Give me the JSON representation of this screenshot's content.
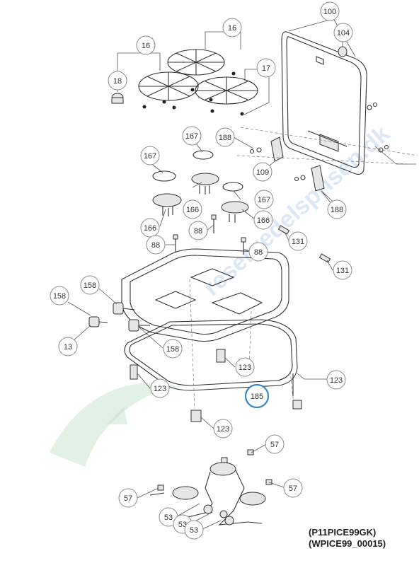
{
  "callouts": {
    "c100": "100",
    "c104": "104",
    "c16a": "16",
    "c16b": "16",
    "c17": "17",
    "c18": "18",
    "c188a": "188",
    "c188b": "188",
    "c109": "109",
    "c167a": "167",
    "c167b": "167",
    "c167c": "167",
    "c166a": "166",
    "c166b": "166",
    "c166c": "166",
    "c88a": "88",
    "c88b": "88",
    "c88c": "88",
    "c131a": "131",
    "c131b": "131",
    "c158a": "158",
    "c158b": "158",
    "c158c": "158",
    "c13": "13",
    "c123a": "123",
    "c123b": "123",
    "c123c": "123",
    "c123d": "123",
    "c185": "185",
    "c57a": "57",
    "c57b": "57",
    "c57c": "57",
    "c53a": "53",
    "c53b": "53",
    "c53c": "53"
  },
  "highlight_callout": "185",
  "diagram_codes": {
    "line1": "(P11PICE99GK)",
    "line2": "(WPICE99_00015)"
  },
  "colors": {
    "highlight": "#3a86c8",
    "watermark_green": "#bfe0c8",
    "watermark_blue": "#9fbfe6"
  }
}
